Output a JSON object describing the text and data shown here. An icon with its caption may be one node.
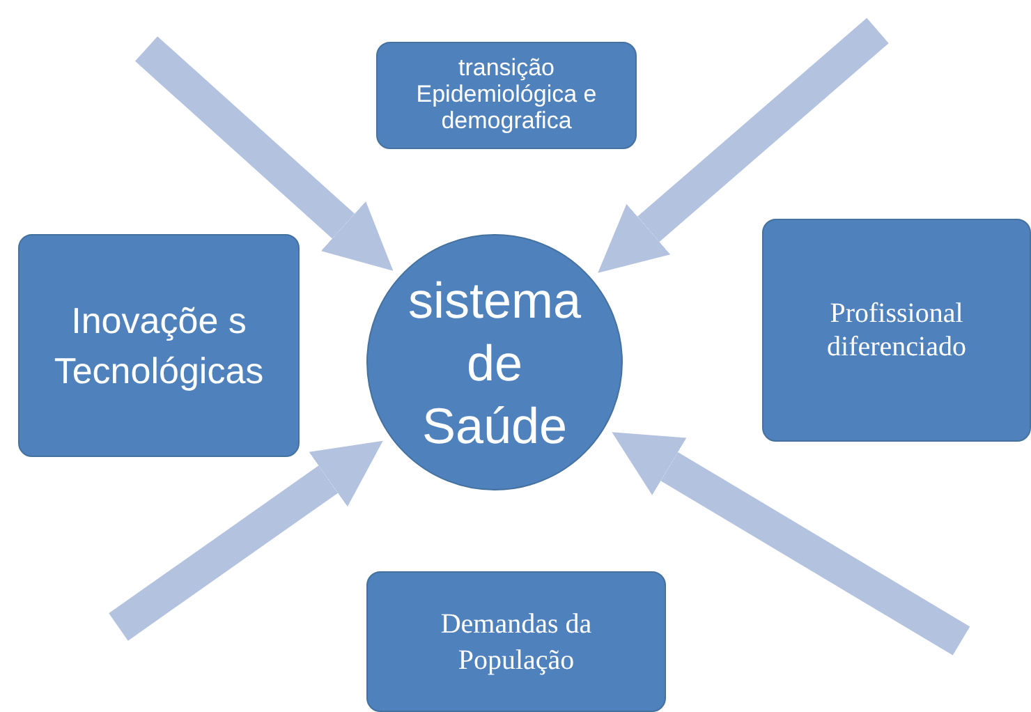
{
  "diagram": {
    "nodes": [
      {
        "text": [
          "transição Epidemiológica e demografica"
        ]
      },
      {
        "text": [
          "Inovaçõe s Tecnológicas"
        ]
      },
      {
        "text": [
          "sistema de Saúde"
        ]
      },
      {
        "text": [
          "Profissional diferenciado"
        ]
      },
      {
        "text": [
          "Demandas da População"
        ]
      }
    ],
    "edges": [
      {
        "from": null,
        "to": 2,
        "arrow": "to"
      },
      {
        "from": null,
        "to": 2,
        "arrow": "to"
      },
      {
        "from": null,
        "to": 2,
        "arrow": "to"
      },
      {
        "from": null,
        "to": 2,
        "arrow": "to"
      }
    ]
  }
}
